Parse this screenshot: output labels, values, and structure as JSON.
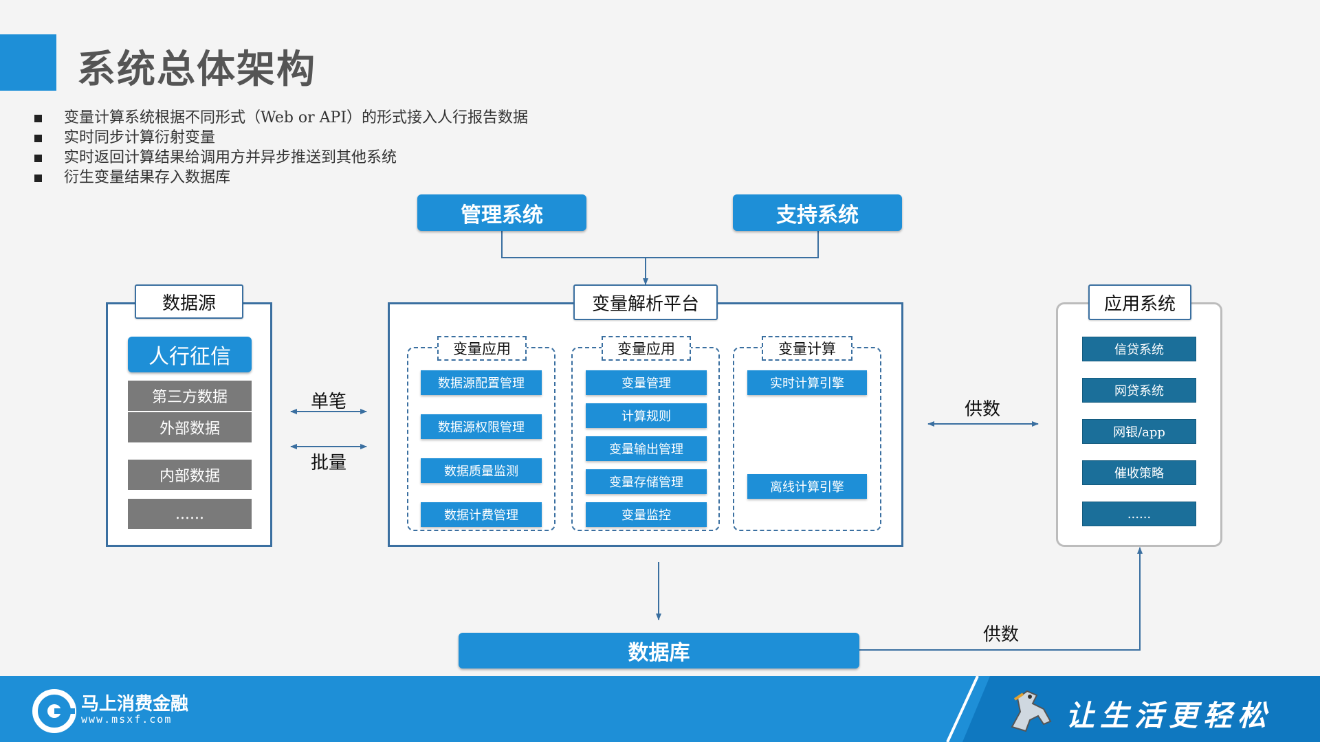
{
  "title": "系统总体架构",
  "bullets": [
    "变量计算系统根据不同形式（Web or API）的形式接入人行报告数据",
    "实时同步计算衍射变量",
    "实时返回计算结果给调用方并异步推送到其他系统",
    "衍生变量结果存入数据库"
  ],
  "top_systems": {
    "management": "管理系统",
    "support": "支持系统"
  },
  "data_source": {
    "title": "数据源",
    "primary": "人行征信",
    "items": [
      "第三方数据",
      "外部数据",
      "内部数据",
      "......"
    ]
  },
  "arrows": {
    "single": "单笔",
    "batch": "批量",
    "supply_right": "供数",
    "supply_bottom": "供数"
  },
  "platform": {
    "title": "变量解析平台",
    "groups": [
      {
        "title": "变量应用",
        "items": [
          "数据源配置管理",
          "数据源权限管理",
          "数据质量监测",
          "数据计费管理"
        ]
      },
      {
        "title": "变量应用",
        "items": [
          "变量管理",
          "计算规则",
          "变量输出管理",
          "变量存储管理",
          "变量监控"
        ]
      },
      {
        "title": "变量计算",
        "items": [
          "实时计算引擎",
          "离线计算引擎"
        ]
      }
    ]
  },
  "app_system": {
    "title": "应用系统",
    "items": [
      "信贷系统",
      "网贷系统",
      "网银/app",
      "催收策略",
      "......"
    ]
  },
  "database": "数据库",
  "footer": {
    "company": "马上消费金融",
    "url": "www.msxf.com",
    "slogan": "让生活更轻松"
  },
  "colors": {
    "accent": "#1e8fd7",
    "frame": "#3a6fa0",
    "gray_item": "#7a7a7a",
    "teal_item": "#1b6f9a"
  }
}
